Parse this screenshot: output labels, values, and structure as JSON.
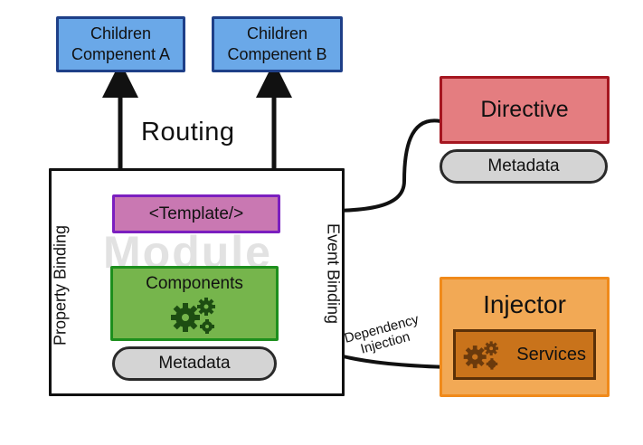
{
  "children_a": {
    "line1": "Children",
    "line2": "Compenent A"
  },
  "children_b": {
    "line1": "Children",
    "line2": "Compenent B"
  },
  "routing_label": "Routing",
  "module_label": "Module",
  "template_label": "<Template/>",
  "components_label": "Components",
  "components_metadata": "Metadata",
  "property_binding_label": "Property Binding",
  "event_binding_label": "Event Binding",
  "directive": {
    "label": "Directive",
    "metadata": "Metadata"
  },
  "injector": {
    "label": "Injector",
    "services_label": "Services"
  },
  "dependency_injection": {
    "line1": "Dependency",
    "line2": "Injection"
  },
  "colors": {
    "children_fill": "#6aa8e8",
    "template_fill": "#c978b2",
    "components_fill": "#76b54c",
    "directive_fill": "#e47d80",
    "injector_fill": "#f2a955",
    "services_fill": "#c9731b"
  }
}
